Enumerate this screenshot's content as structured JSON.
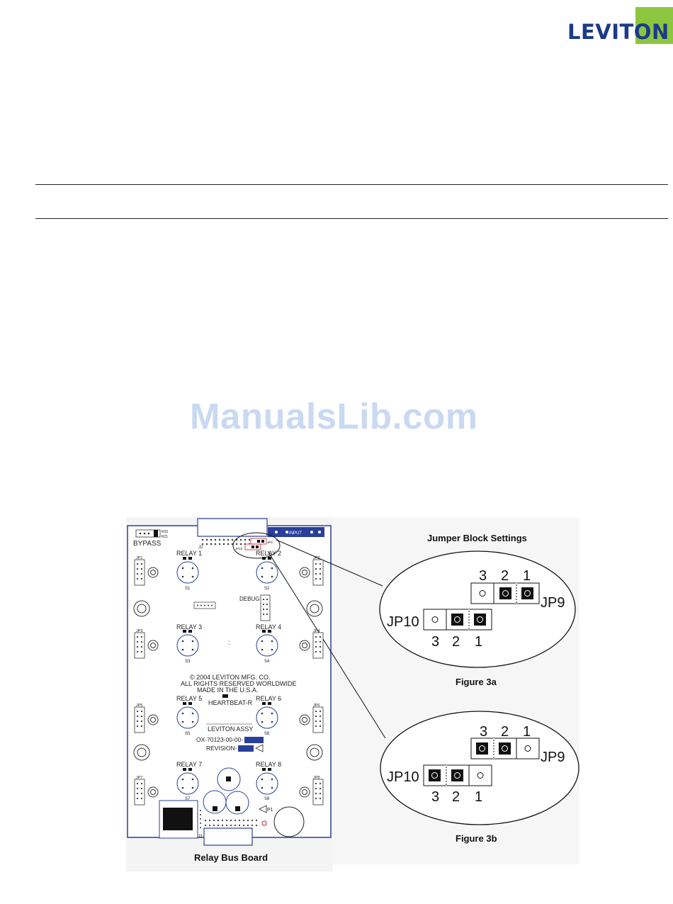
{
  "brand": {
    "name": "LEVITON",
    "color": "#1b3a8a",
    "accent": "#8cc63f"
  },
  "watermark": {
    "text": "ManualsLib.com",
    "color": "#c9d9f2"
  },
  "figure": {
    "board_caption": "Relay Bus Board",
    "detail_title": "Jumper Block Settings",
    "fig3a_caption": "Figure 3a",
    "fig3b_caption": "Figure 3b"
  },
  "board": {
    "bypass": "BYPASS",
    "r20": "R20",
    "r21": "R21",
    "j2": "J2",
    "j3": "J3",
    "jp9": "JP9",
    "jp10": "JP10",
    "jp1": "JP1",
    "jp2": "JP2",
    "jp3": "JP3",
    "jp4": "JP4",
    "jp5": "JP5",
    "jp6": "JP6",
    "jp7": "JP7",
    "jp8": "JP8",
    "relay1": "RELAY 1",
    "relay2": "RELAY 2",
    "relay3": "RELAY 3",
    "relay4": "RELAY 4",
    "relay5": "RELAY 5",
    "relay6": "RELAY 6",
    "relay7": "RELAY 7",
    "relay8": "RELAY 8",
    "s1": "S1",
    "s2": "S2",
    "s3": "S3",
    "s4": "S4",
    "s5": "S5",
    "s6": "S6",
    "s7": "S7",
    "s8": "S8",
    "debug": "DEBUG",
    "copyright": "© 2004 LEVITON MFG. CO.",
    "rights": "ALL RIGHTS RESERVED WORLDWIDE",
    "made_in": "MADE IN THE U.S.A.",
    "heartbeat": "HEARTBEAT-R",
    "assy": "LEVITON ASSY",
    "part_no": "OX-70123-00-00-",
    "revision": "REVISION-",
    "p1": "P1",
    "input": "INPUT"
  },
  "jumpers_3a": {
    "jp9_label": "JP9",
    "jp10_label": "JP10",
    "jp9_pins": [
      "3",
      "2",
      "1"
    ],
    "jp10_pins": [
      "3",
      "2",
      "1"
    ]
  },
  "jumpers_3b": {
    "jp9_label": "JP9",
    "jp10_label": "JP10",
    "jp9_pins": [
      "3",
      "2",
      "1"
    ],
    "jp10_pins": [
      "3",
      "2",
      "1"
    ]
  }
}
